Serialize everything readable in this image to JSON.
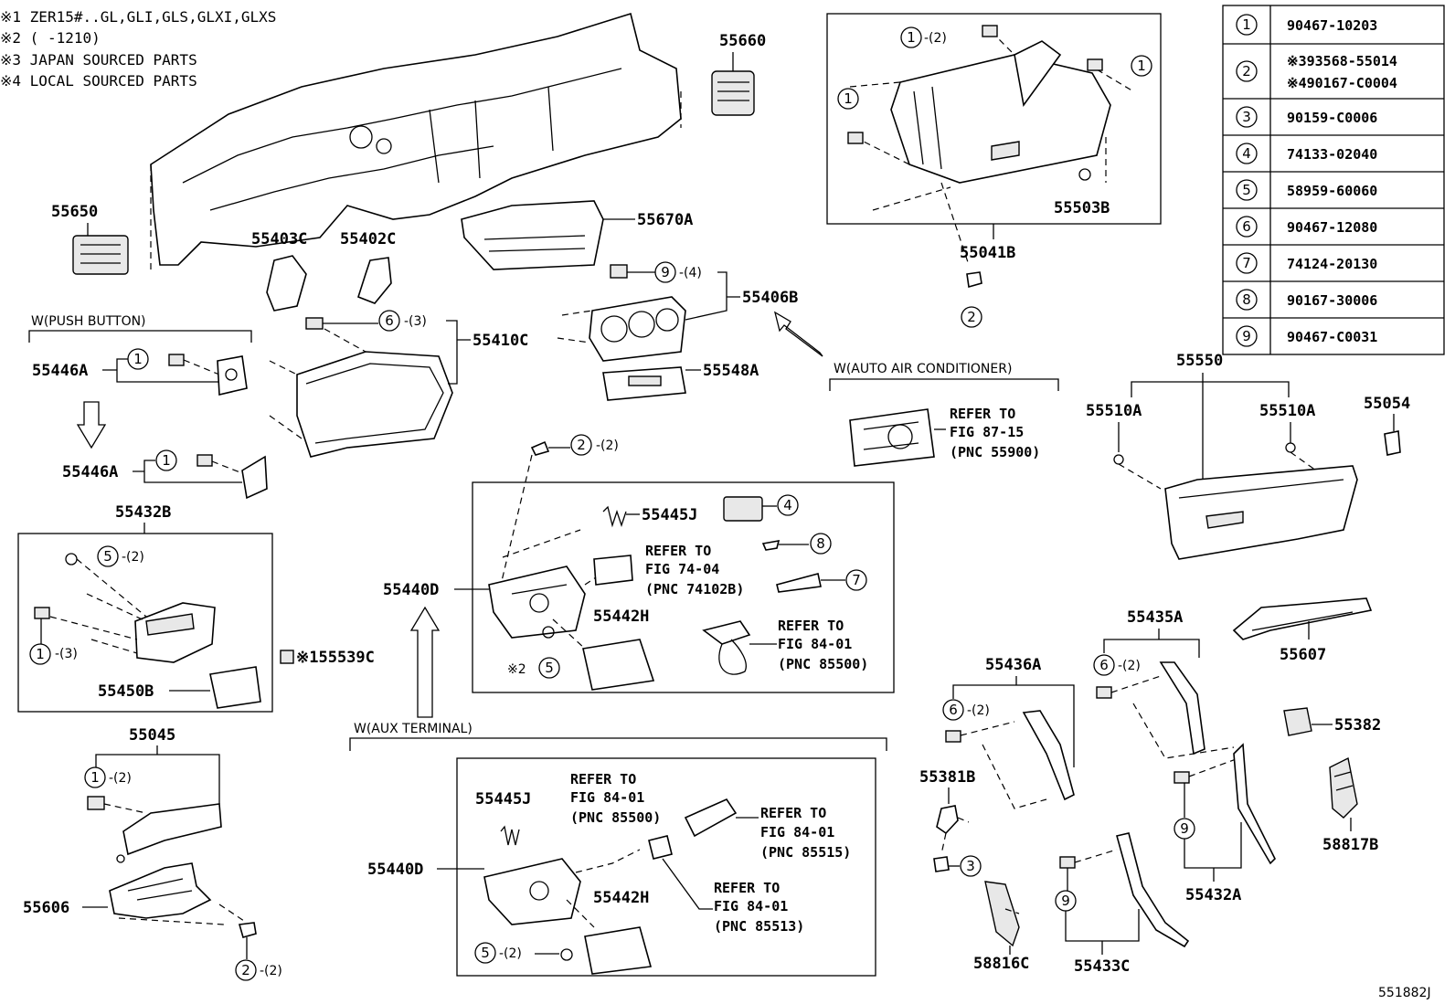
{
  "notes": [
    "※1 ZER15#..GL,GLI,GLS,GLXI,GLXS",
    "※2 (      -1210)",
    "※3 JAPAN SOURCED PARTS",
    "※4 LOCAL SOURCED PARTS"
  ],
  "legend": [
    {
      "num": "1",
      "part": "90467-10203"
    },
    {
      "num": "2",
      "part": "※393568-55014",
      "part2": "※490167-C0004"
    },
    {
      "num": "3",
      "part": "90159-C0006"
    },
    {
      "num": "4",
      "part": "74133-02040"
    },
    {
      "num": "5",
      "part": "58959-60060"
    },
    {
      "num": "6",
      "part": "90467-12080"
    },
    {
      "num": "7",
      "part": "74124-20130"
    },
    {
      "num": "8",
      "part": "90167-30006"
    },
    {
      "num": "9",
      "part": "90467-C0031"
    }
  ],
  "labels": {
    "p55660": "55660",
    "p55650": "55650",
    "p55403C": "55403C",
    "p55402C": "55402C",
    "p55670A": "55670A",
    "p55041B": "55041B",
    "p55503B": "55503B",
    "p55406B": "55406B",
    "p55548A": "55548A",
    "p55410C": "55410C",
    "p55446A_1": "55446A",
    "p55446A_2": "55446A",
    "p55432B": "55432B",
    "p55450B": "55450B",
    "p55539C": "※155539C",
    "p55440D_1": "55440D",
    "p55445J_1": "55445J",
    "p55442H_1": "55442H",
    "p55045": "55045",
    "p55606": "55606",
    "p55440D_2": "55440D",
    "p55445J_2": "55445J",
    "p55442H_2": "55442H",
    "p55550": "55550",
    "p55510A_1": "55510A",
    "p55510A_2": "55510A",
    "p55054": "55054",
    "p55435A": "55435A",
    "p55607": "55607",
    "p55436A": "55436A",
    "p55382": "55382",
    "p55381B": "55381B",
    "p58817B": "58817B",
    "p55432A": "55432A",
    "p58816C": "58816C",
    "p55433C": "55433C"
  },
  "qty": {
    "q1_2": "-(2)",
    "q9_4": "-(4)",
    "q6_3": "-(3)",
    "q2_2a": "-(2)",
    "q5_2a": "-(2)",
    "q1_3": "-(3)",
    "q1_2b": "-(2)",
    "q2_2b": "-(2)",
    "q5_2b": "-(2)",
    "q6_2a": "-(2)",
    "q6_2b": "-(2)",
    "star2": "※2"
  },
  "captions": {
    "push_button": "W(PUSH BUTTON)",
    "auto_ac": "W(AUTO AIR CONDITIONER)",
    "aux_terminal": "W(AUX TERMINAL)"
  },
  "refs": {
    "r1": [
      "REFER TO",
      "FIG 87-15",
      "(PNC 55900)"
    ],
    "r2": [
      "REFER TO",
      "FIG 74-04",
      "(PNC 74102B)"
    ],
    "r3": [
      "REFER TO",
      "FIG 84-01",
      "(PNC 85500)"
    ],
    "r4": [
      "REFER TO",
      "FIG 84-01",
      "(PNC 85500)"
    ],
    "r5": [
      "REFER TO",
      "FIG 84-01",
      "(PNC 85515)"
    ],
    "r6": [
      "REFER TO",
      "FIG 84-01",
      "(PNC 85513)"
    ]
  },
  "figure_id": "551882J"
}
